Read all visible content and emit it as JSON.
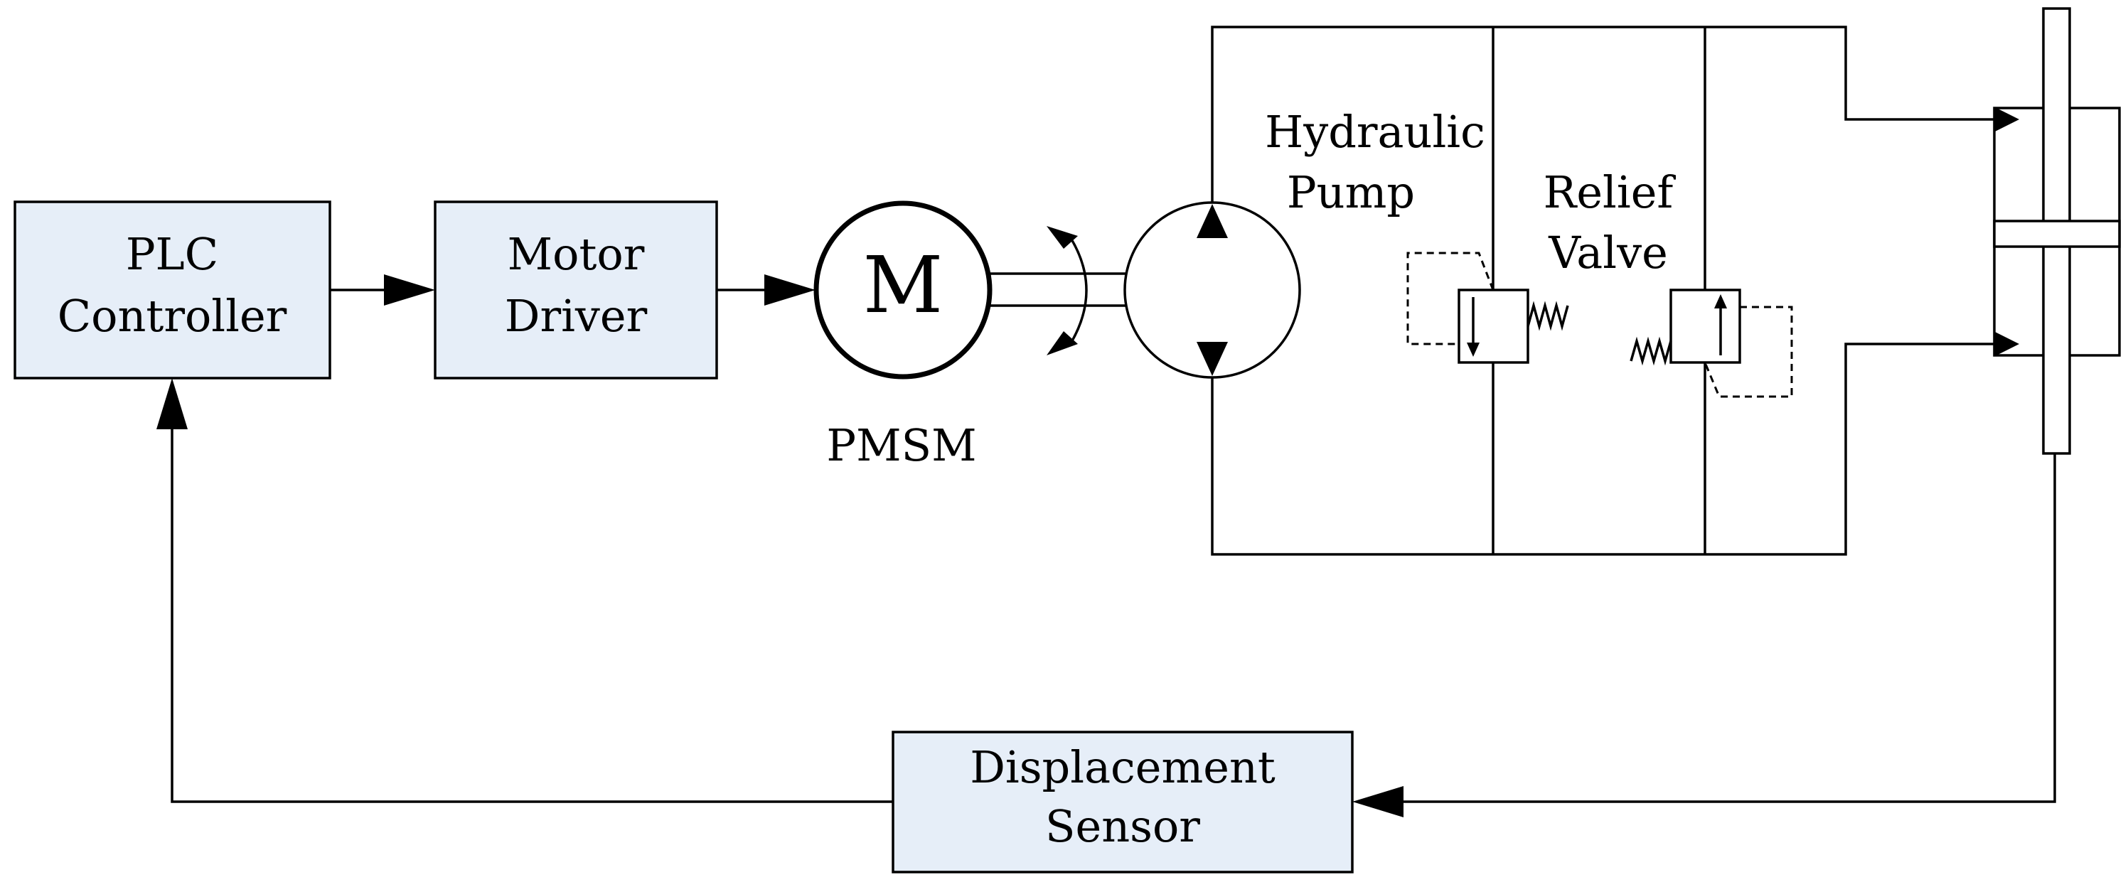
{
  "blocks": {
    "plc": [
      "PLC",
      "Controller"
    ],
    "driver": [
      "Motor",
      "Driver"
    ],
    "sensor": [
      "Displacement",
      "Sensor"
    ]
  },
  "motor": {
    "symbol": "M",
    "caption": "PMSM"
  },
  "pump": {
    "label": [
      "Hydraulic",
      "Pump"
    ]
  },
  "relief_valve": {
    "label": [
      "Relief",
      "Valve"
    ]
  }
}
